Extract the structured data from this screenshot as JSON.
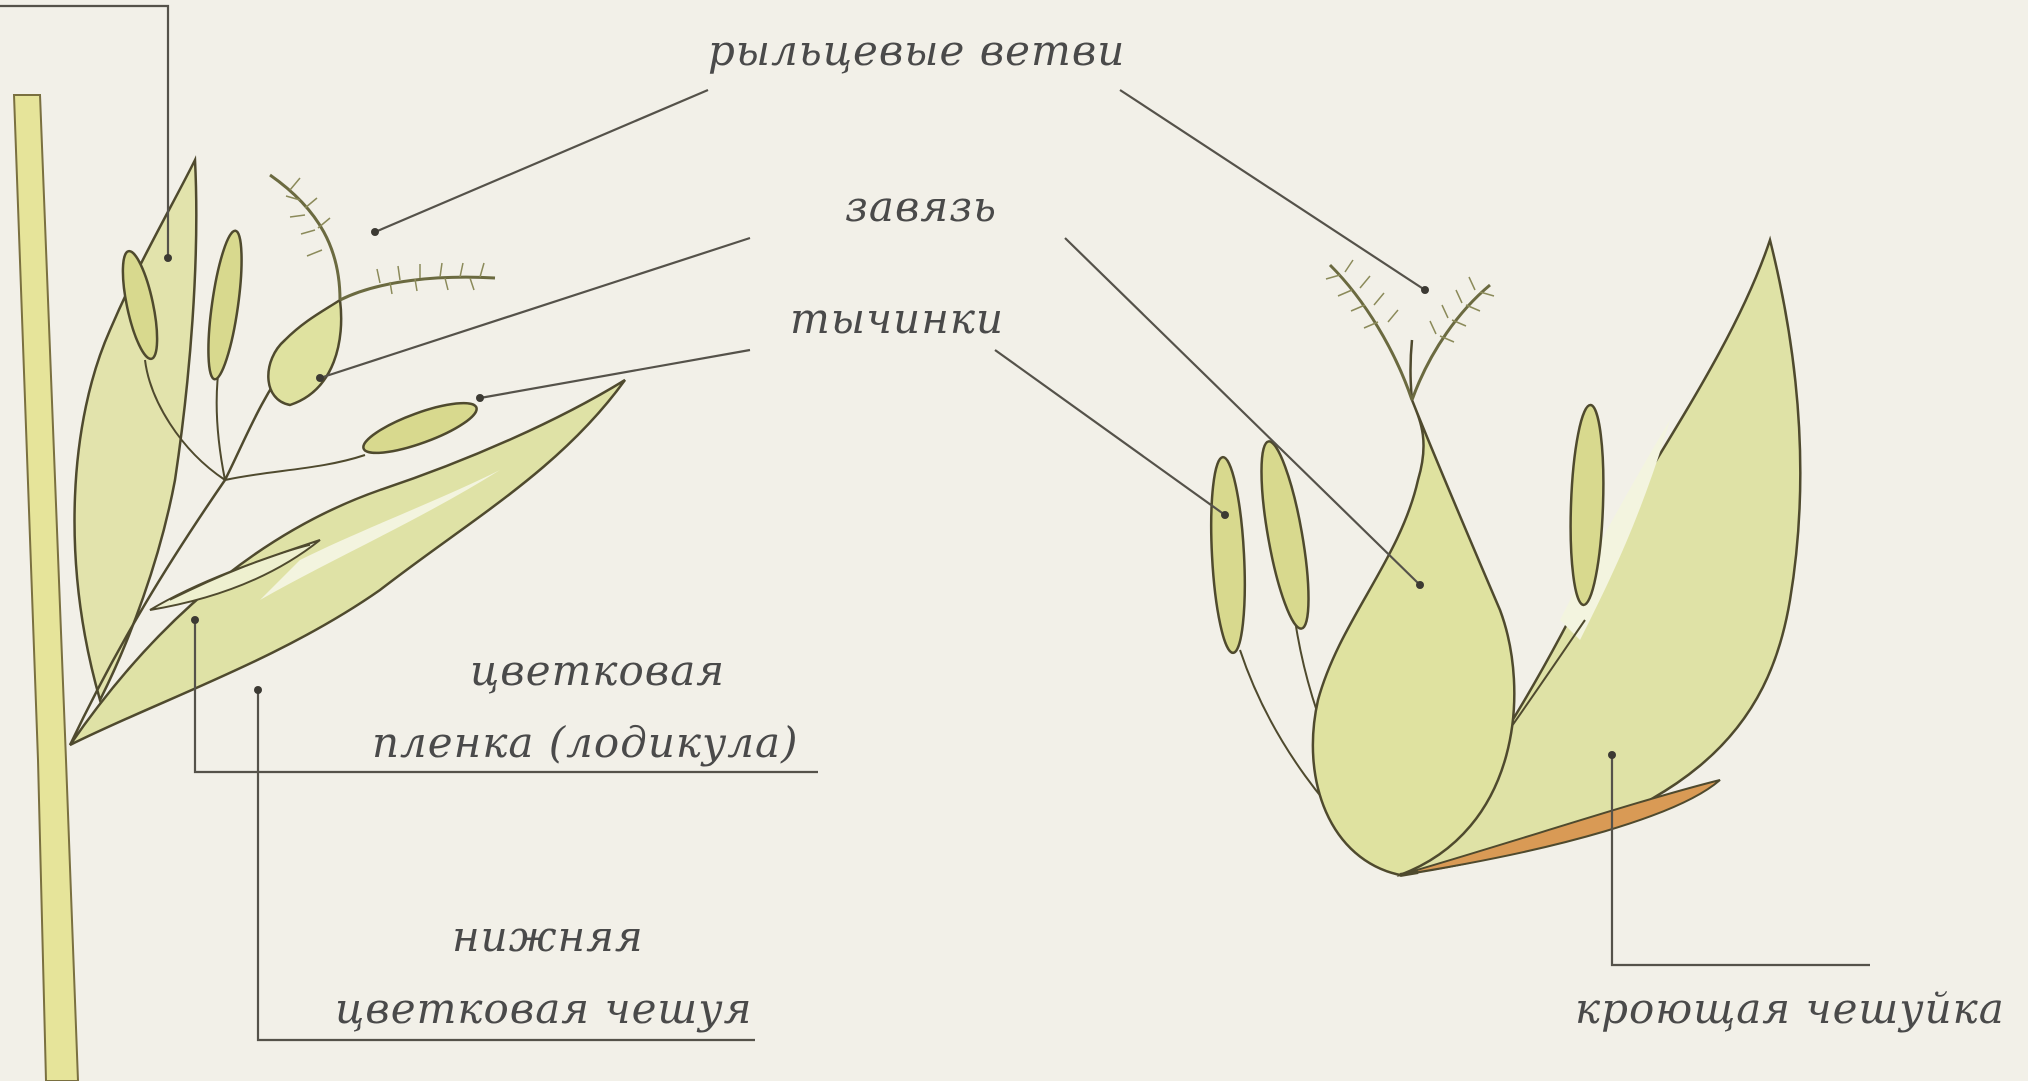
{
  "labels": {
    "stigma_branches": "рыльцевые ветви",
    "ovary": "завязь",
    "stamens": "тычинки",
    "lodicule_line1": "цветковая",
    "lodicule_line2": "пленка (лодикула)",
    "lower_lemma_line1": "нижняя",
    "lower_lemma_line2": "цветковая чешуя",
    "bract": "кроющая чешуйка"
  },
  "colors": {
    "background": "#f2f0e8",
    "leaf_fill": "#dfe2a6",
    "leaf_light": "#eef0cf",
    "outline": "#4f4a2e",
    "leader": "#55524a",
    "bract_edge": "#d99a55"
  }
}
